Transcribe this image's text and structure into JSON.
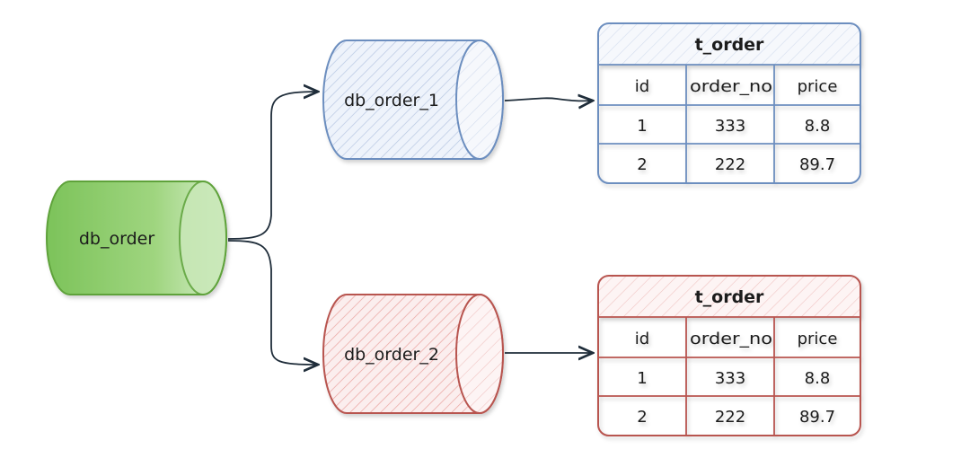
{
  "colors": {
    "green_fill": "#7ec45a",
    "green_stroke": "#5ea23a",
    "blue_stroke": "#6c8ebf",
    "blue_hatch": "#b7c7e2",
    "red_stroke": "#b85450",
    "red_hatch": "#eaa3a0",
    "edge": "#1f2d3a"
  },
  "source_db": {
    "label": "db_order"
  },
  "shards": [
    {
      "label": "db_order_1",
      "table": {
        "title": "t_order",
        "headers": [
          "id",
          "order_no",
          "price"
        ],
        "rows": [
          [
            "1",
            "333",
            "8.8"
          ],
          [
            "2",
            "222",
            "89.7"
          ]
        ]
      }
    },
    {
      "label": "db_order_2",
      "table": {
        "title": "t_order",
        "headers": [
          "id",
          "order_no",
          "price"
        ],
        "rows": [
          [
            "1",
            "333",
            "8.8"
          ],
          [
            "2",
            "222",
            "89.7"
          ]
        ]
      }
    }
  ]
}
